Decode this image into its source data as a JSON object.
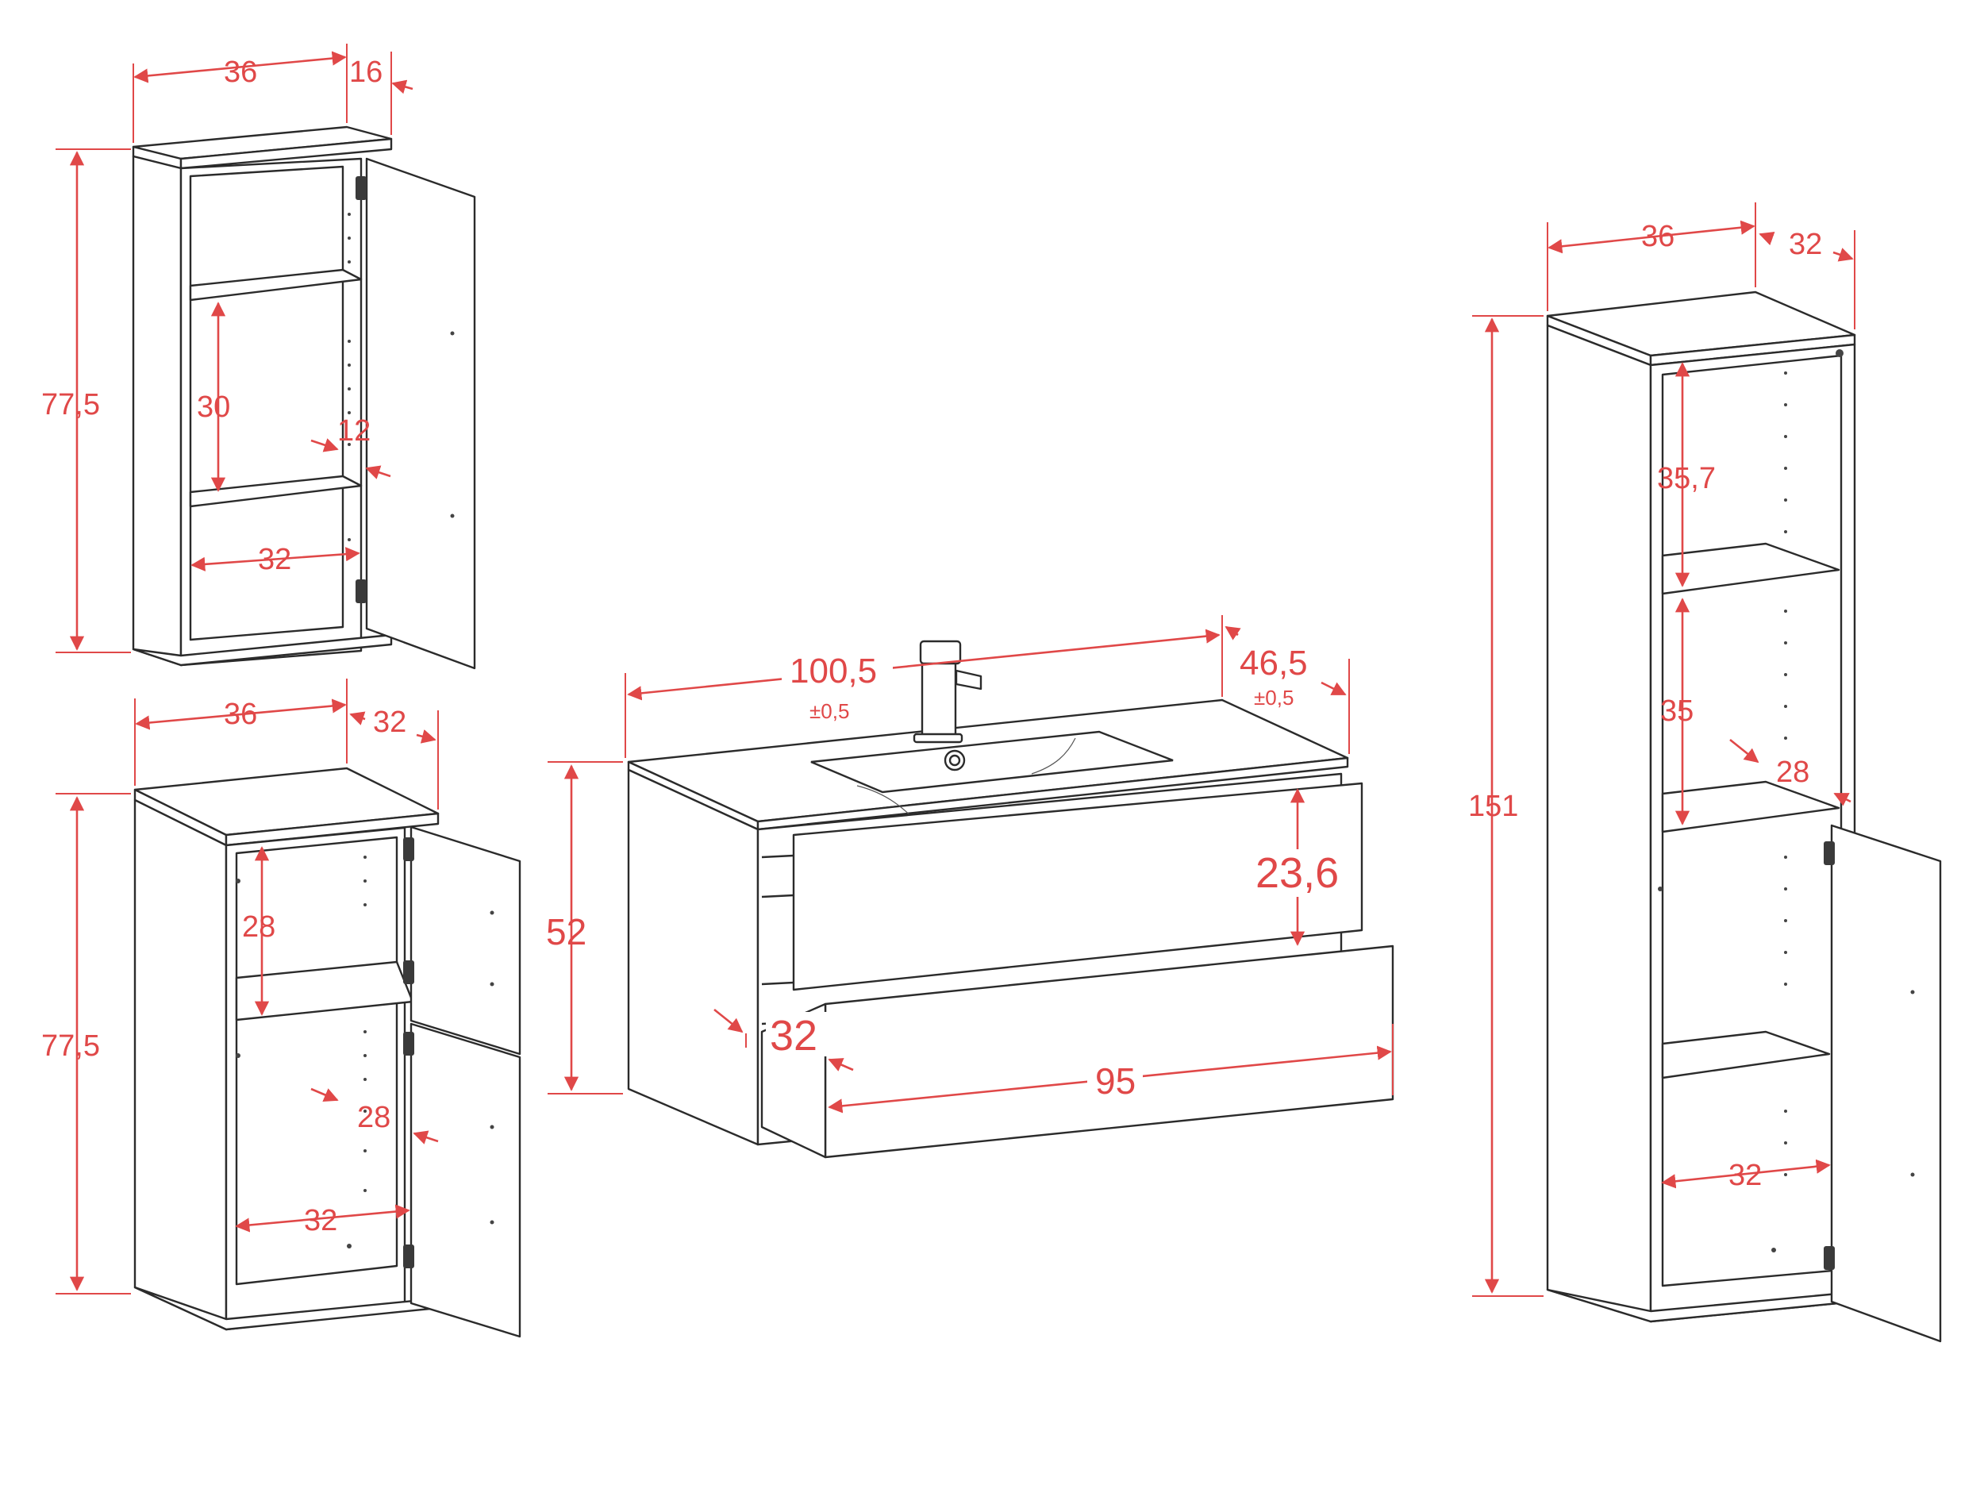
{
  "wall_cabinet": {
    "width": "36",
    "depth": "16",
    "height": "77,5",
    "shelf_height": "30",
    "door_gap": "12",
    "inner_width": "32"
  },
  "base_cabinet": {
    "width": "36",
    "depth": "32",
    "height": "77,5",
    "upper_shelf_height": "28",
    "door_gap": "28",
    "inner_width": "32"
  },
  "vanity": {
    "width": "100,5",
    "width_tolerance": "±0,5",
    "depth": "46,5",
    "depth_tolerance": "±0,5",
    "height": "52",
    "drawer_height": "23,6",
    "drawer_depth": "32",
    "drawer_width": "95"
  },
  "tall_cabinet": {
    "width": "36",
    "depth": "32",
    "height": "151",
    "upper_shelf_height": "35,7",
    "middle_shelf_height": "35",
    "door_gap": "28",
    "inner_width": "32"
  },
  "colors": {
    "dimension": "#e04848",
    "outline": "#2b2b2b"
  }
}
